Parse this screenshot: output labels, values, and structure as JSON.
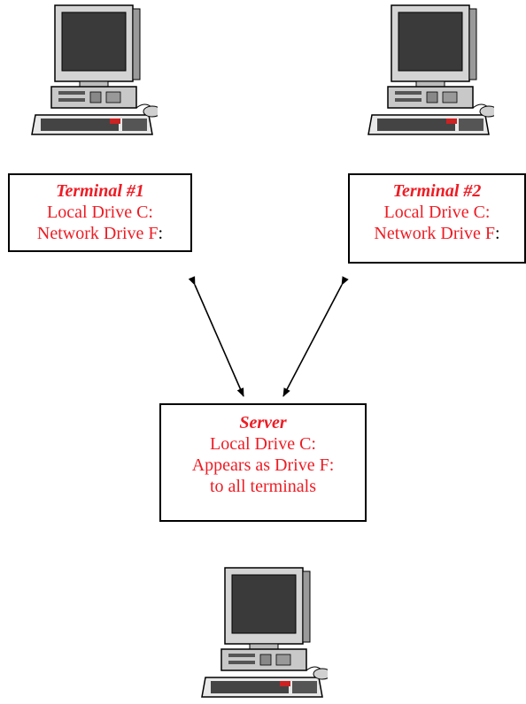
{
  "computers": {
    "left_icon": "desktop-computer-icon",
    "right_icon": "desktop-computer-icon",
    "server_icon": "desktop-computer-icon"
  },
  "terminal1": {
    "title": "Terminal #1",
    "line1": "Local Drive C:",
    "line2_text": "Network Drive F",
    "line2_colon": ":"
  },
  "terminal2": {
    "title": "Terminal #2",
    "line1": "Local Drive C:",
    "line2_text": "Network Drive F",
    "line2_colon": ":"
  },
  "server": {
    "title": "Server",
    "line1": "Local Drive C:",
    "line2": "Appears as Drive F:",
    "line3": "to all terminals"
  },
  "colors": {
    "text": "#ee1c24",
    "border": "#000000"
  }
}
